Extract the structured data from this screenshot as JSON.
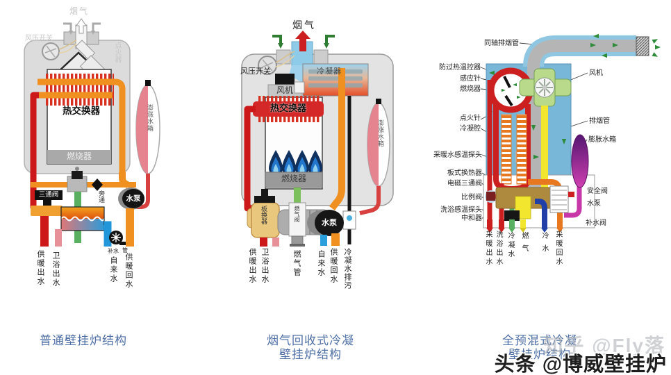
{
  "left": {
    "caption": "普通壁挂炉结构",
    "labels": {
      "flue_gas": "烟气",
      "pressure_switch": "风压开关",
      "igniter": "点火器",
      "heat_exchanger": "热交换器",
      "burner": "燃烧器",
      "expansion_tank": "澎涨水箱",
      "three_way_valve": "三通阀",
      "bypass": "旁通",
      "pump": "水泵",
      "makeup": "补水",
      "pipe": "管"
    },
    "outlets": [
      "供暖出水",
      "卫浴出水",
      "自来水",
      "供暖回水"
    ]
  },
  "middle": {
    "caption_line1": "烟气回收式冷凝",
    "caption_line2": "壁挂炉结构",
    "labels": {
      "flue_gas": "烟气",
      "pressure_switch": "风压开关",
      "fan": "风机",
      "condenser": "冷凝器",
      "heat_exchanger": "热交换器",
      "burner": "燃烧器",
      "expansion_tank": "澎涨水箱",
      "plate_exchanger": "板换器",
      "gas_valve": "燃气阀",
      "pump": "水泵"
    },
    "outlets": [
      "供暖出水",
      "卫浴出水",
      "燃气管",
      "自来水",
      "供暖回水",
      "冷凝水排污"
    ]
  },
  "right": {
    "caption_line1": "全预混式冷凝",
    "caption_line2": "壁挂炉结构",
    "labels": {
      "coaxial_flue": "同轴排烟管",
      "overheat_thermostat": "防过热温控器",
      "sensing_needle": "感应针",
      "burner": "燃烧器",
      "ignition_needle": "点火针",
      "condensing_chamber": "冷凝腔",
      "heating_water_sensor": "采暖水感温探头",
      "plate_heat_exchanger": "板式换热器",
      "solenoid_three_way_valve": "电磁三通阀",
      "proportional_valve": "比例阀",
      "bath_temp_sensor": "洗浴感温探头",
      "neutralizer": "中和器",
      "fan": "风机",
      "flue_pipe": "排烟管",
      "expansion_tank": "膨胀水箱",
      "safety_valve": "安全阀",
      "pump": "水泵",
      "makeup_valve": "补水阀"
    },
    "outlets": [
      "采暖出水",
      "洗浴出水",
      "冷凝水",
      "燃气",
      "冷水",
      "采暖回水"
    ]
  },
  "watermark": {
    "primary": "头条 @博威壁挂炉",
    "secondary": "知乎 @Fly落"
  },
  "colors": {
    "caption_blue": "#4e6fa6",
    "pipe_red": "#cc2020",
    "pipe_orange": "#f09020",
    "pipe_blue": "#2196d8",
    "pipe_green": "#58b060",
    "pipe_yellow": "#f2e72e",
    "tank_pink": "#e5838e"
  }
}
